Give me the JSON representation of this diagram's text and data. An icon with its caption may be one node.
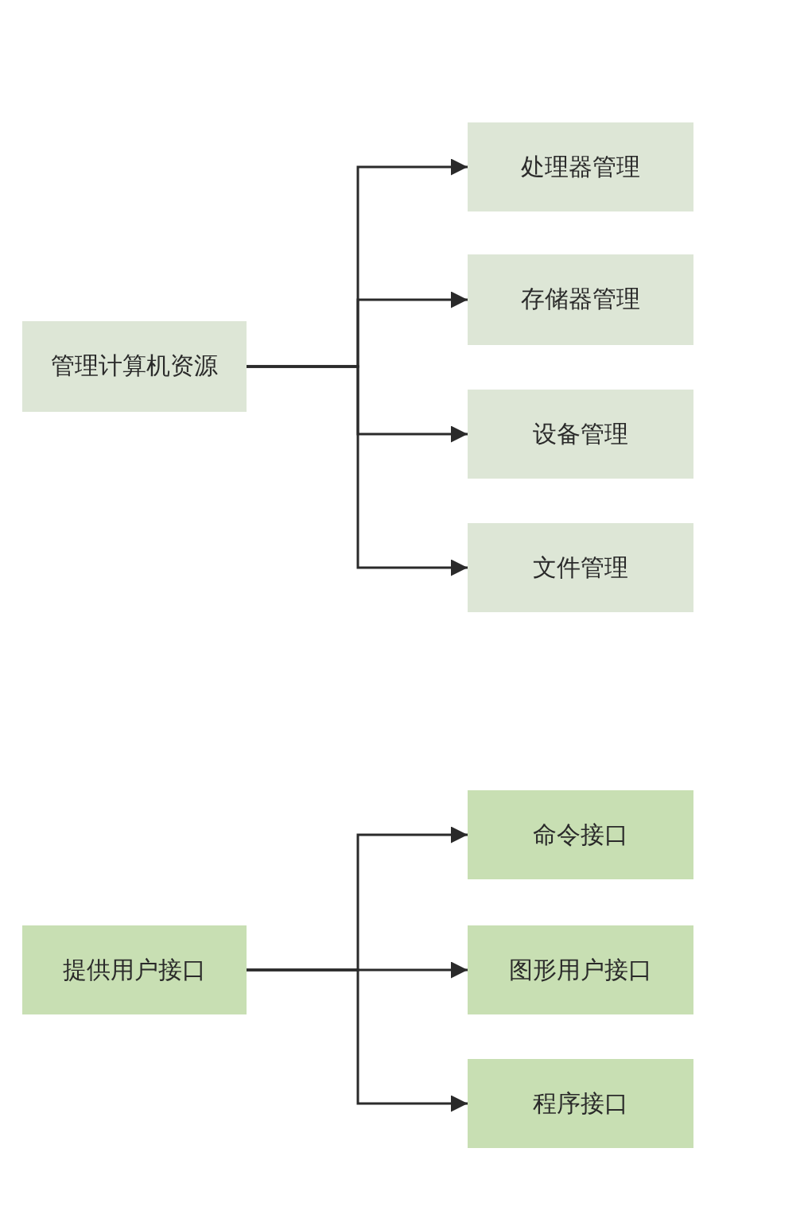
{
  "diagram": {
    "nodes": [
      {
        "text": [
          "管理计算机资源"
        ]
      },
      {
        "text": [
          "处理器管理"
        ]
      },
      {
        "text": [
          "存储器管理"
        ]
      },
      {
        "text": [
          "设备管理"
        ]
      },
      {
        "text": [
          "文件管理"
        ]
      },
      {
        "text": [
          "提供用户接口"
        ]
      },
      {
        "text": [
          "命令接口"
        ]
      },
      {
        "text": [
          "图形用户接口"
        ]
      },
      {
        "text": [
          "程序接口"
        ]
      }
    ],
    "edges": [
      {
        "from": 0,
        "to": 1,
        "arrow": "to"
      },
      {
        "from": 0,
        "to": 2,
        "arrow": "to"
      },
      {
        "from": 0,
        "to": 3,
        "arrow": "to"
      },
      {
        "from": 0,
        "to": 4,
        "arrow": "to"
      },
      {
        "from": 5,
        "to": 6,
        "arrow": "to"
      },
      {
        "from": 5,
        "to": 7,
        "arrow": "to"
      },
      {
        "from": 5,
        "to": 8,
        "arrow": "to"
      }
    ]
  }
}
